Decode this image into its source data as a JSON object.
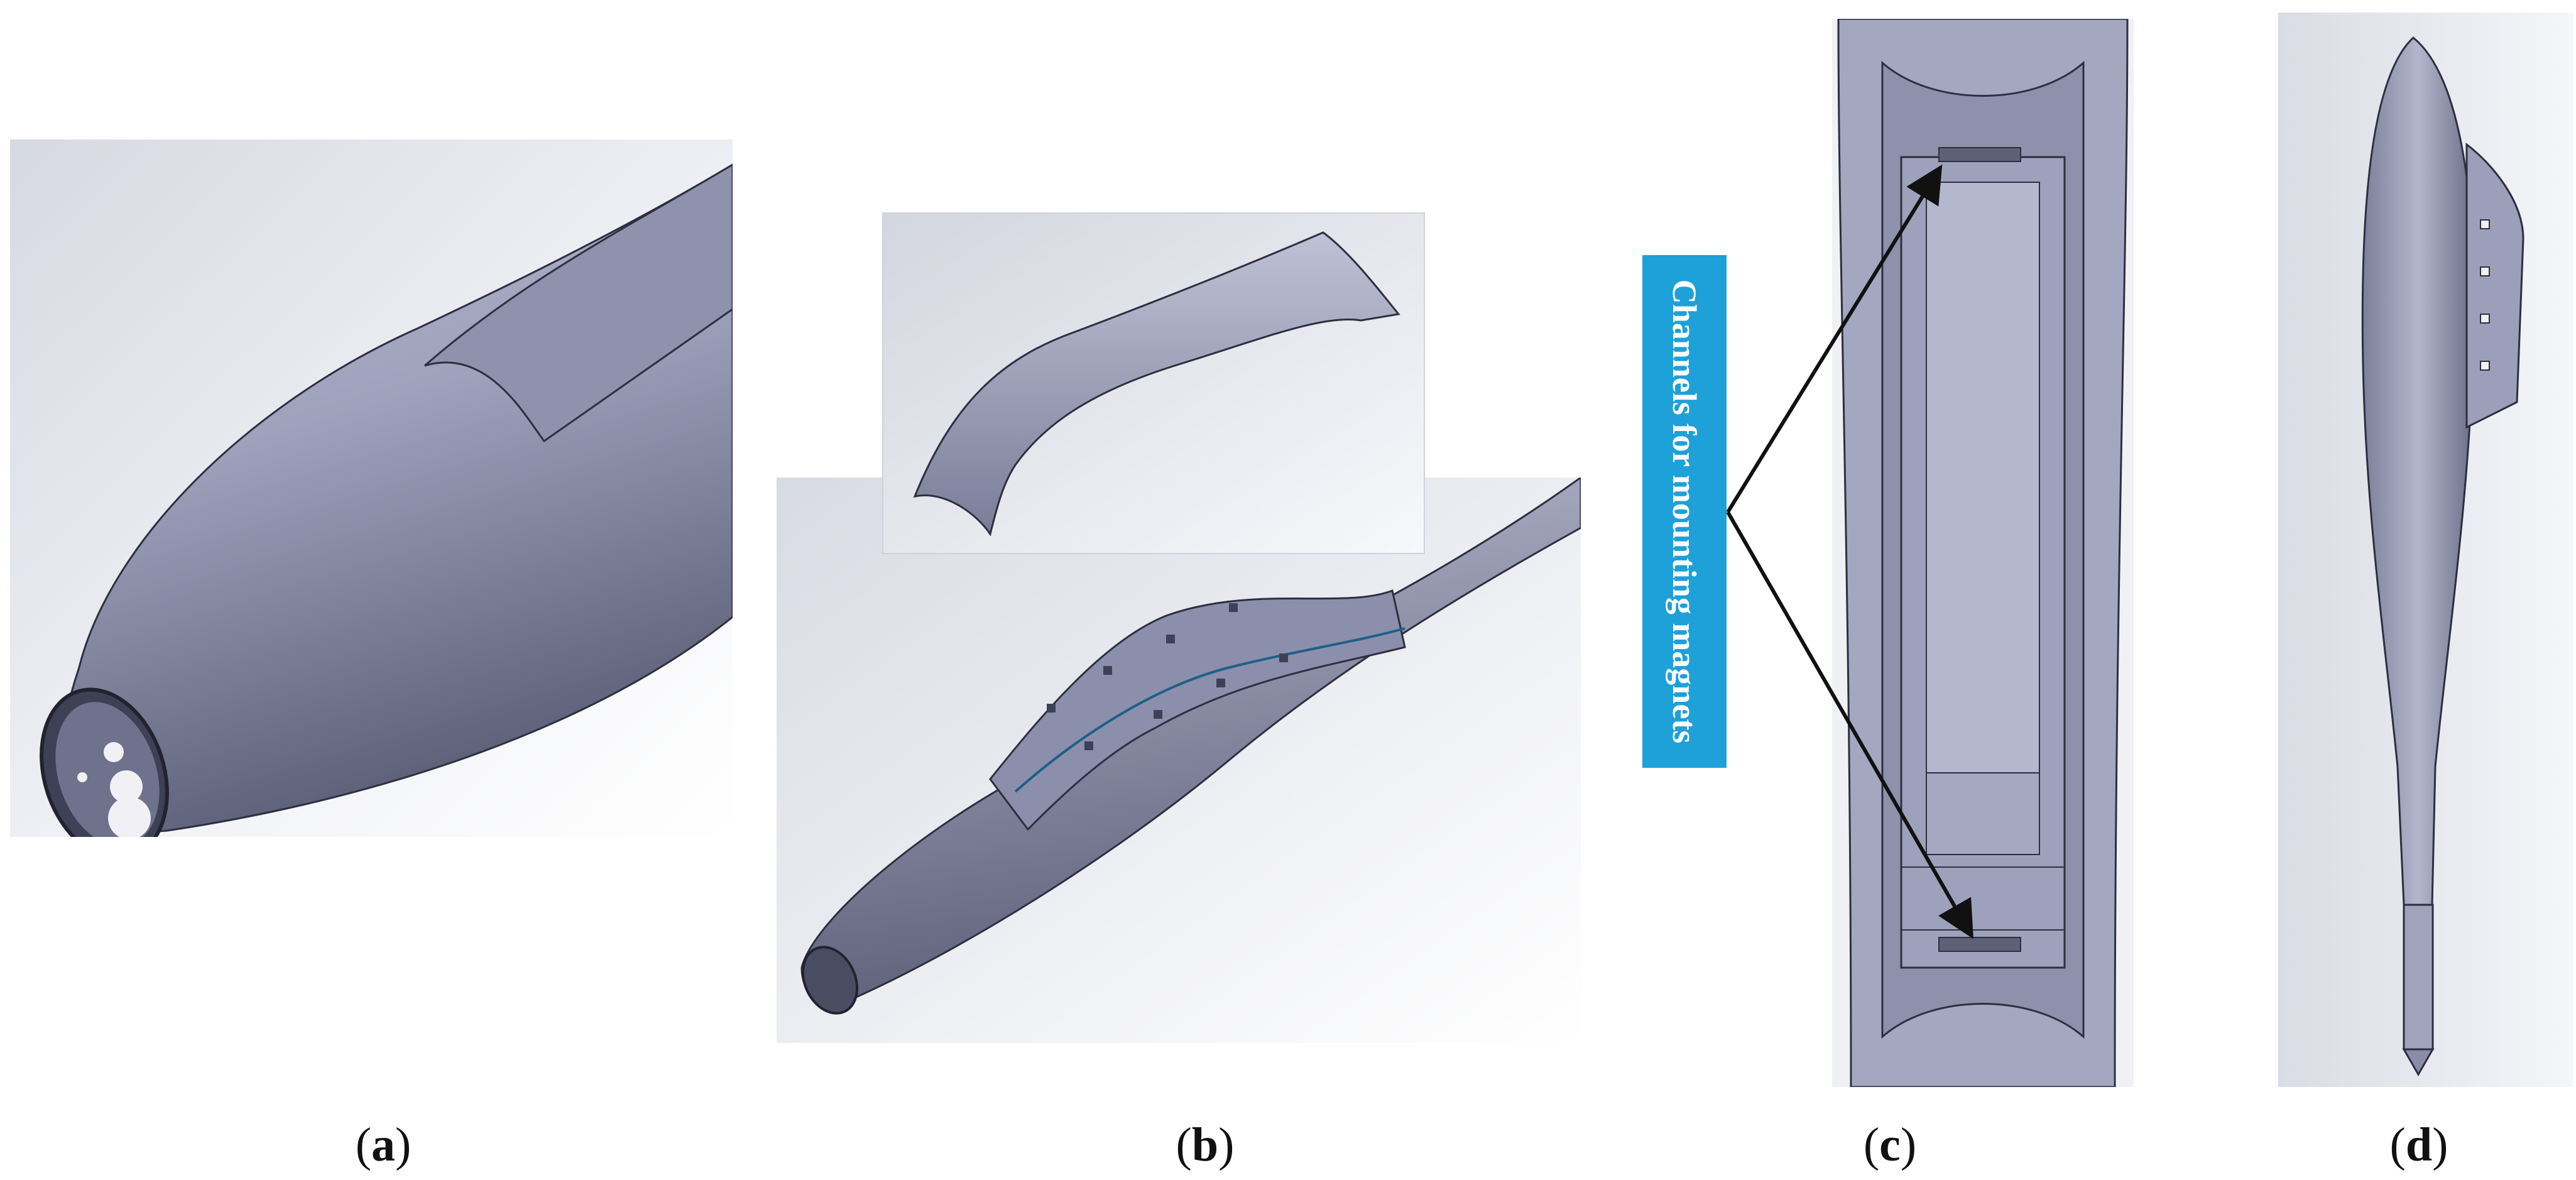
{
  "figure": {
    "panels": [
      {
        "id": "a",
        "caption_letter": "a"
      },
      {
        "id": "b",
        "caption_letter": "b"
      },
      {
        "id": "c",
        "caption_letter": "c"
      },
      {
        "id": "d",
        "caption_letter": "d"
      }
    ],
    "annotation": {
      "text": "Channels for mounting magnets",
      "color": "#1ea0d8"
    },
    "colors": {
      "body_light": "#a9acc4",
      "body_dark": "#646780",
      "edge": "#2d2f40"
    }
  }
}
